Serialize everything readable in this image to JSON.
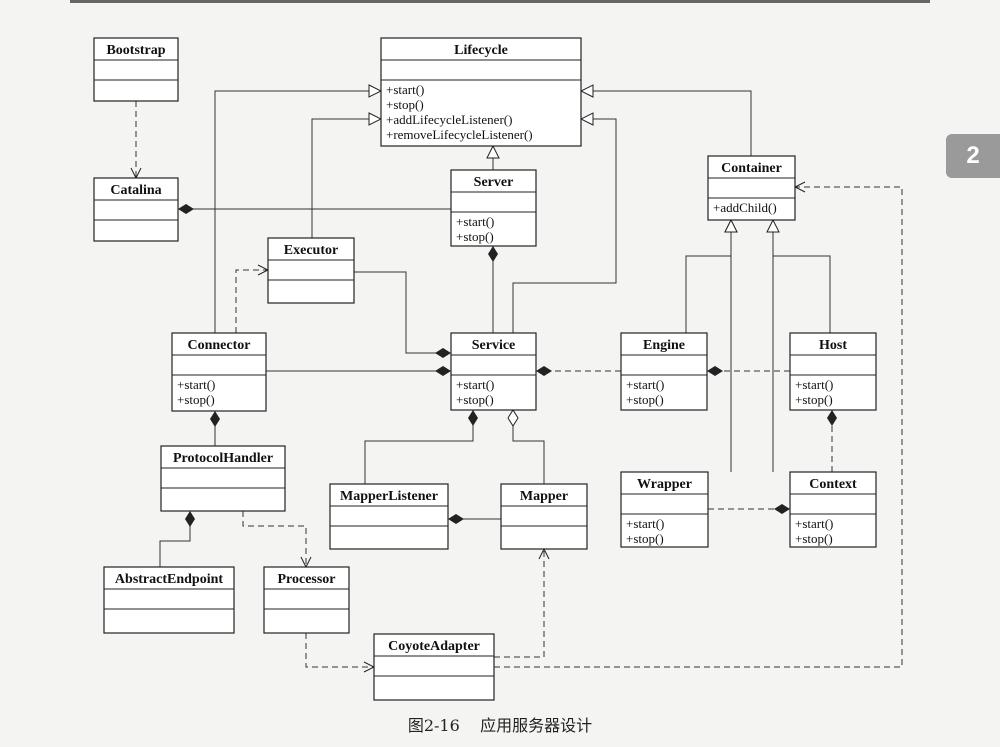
{
  "caption": {
    "figure_no": "图2-16",
    "title": "应用服务器设计"
  },
  "chapter_tab": "2",
  "classes": {
    "bootstrap": {
      "name": "Bootstrap",
      "ops": []
    },
    "lifecycle": {
      "name": "Lifecycle",
      "ops": [
        "+start()",
        "+stop()",
        "+addLifecycleListener()",
        "+removeLifecycleListener()"
      ]
    },
    "catalina": {
      "name": "Catalina",
      "ops": []
    },
    "server": {
      "name": "Server",
      "ops": [
        "+start()",
        "+stop()"
      ]
    },
    "container": {
      "name": "Container",
      "ops": [
        "+addChild()"
      ]
    },
    "executor": {
      "name": "Executor",
      "ops": []
    },
    "connector": {
      "name": "Connector",
      "ops": [
        "+start()",
        "+stop()"
      ]
    },
    "service": {
      "name": "Service",
      "ops": [
        "+start()",
        "+stop()"
      ]
    },
    "engine": {
      "name": "Engine",
      "ops": [
        "+start()",
        "+stop()"
      ]
    },
    "host": {
      "name": "Host",
      "ops": [
        "+start()",
        "+stop()"
      ]
    },
    "protocolhandler": {
      "name": "ProtocolHandler",
      "ops": []
    },
    "mapperlistener": {
      "name": "MapperListener",
      "ops": []
    },
    "mapper": {
      "name": "Mapper",
      "ops": []
    },
    "wrapper": {
      "name": "Wrapper",
      "ops": [
        "+start()",
        "+stop()"
      ]
    },
    "context": {
      "name": "Context",
      "ops": [
        "+start()",
        "+stop()"
      ]
    },
    "abstractendpoint": {
      "name": "AbstractEndpoint",
      "ops": []
    },
    "processor": {
      "name": "Processor",
      "ops": []
    },
    "coyoteadapter": {
      "name": "CoyoteAdapter",
      "ops": []
    }
  }
}
